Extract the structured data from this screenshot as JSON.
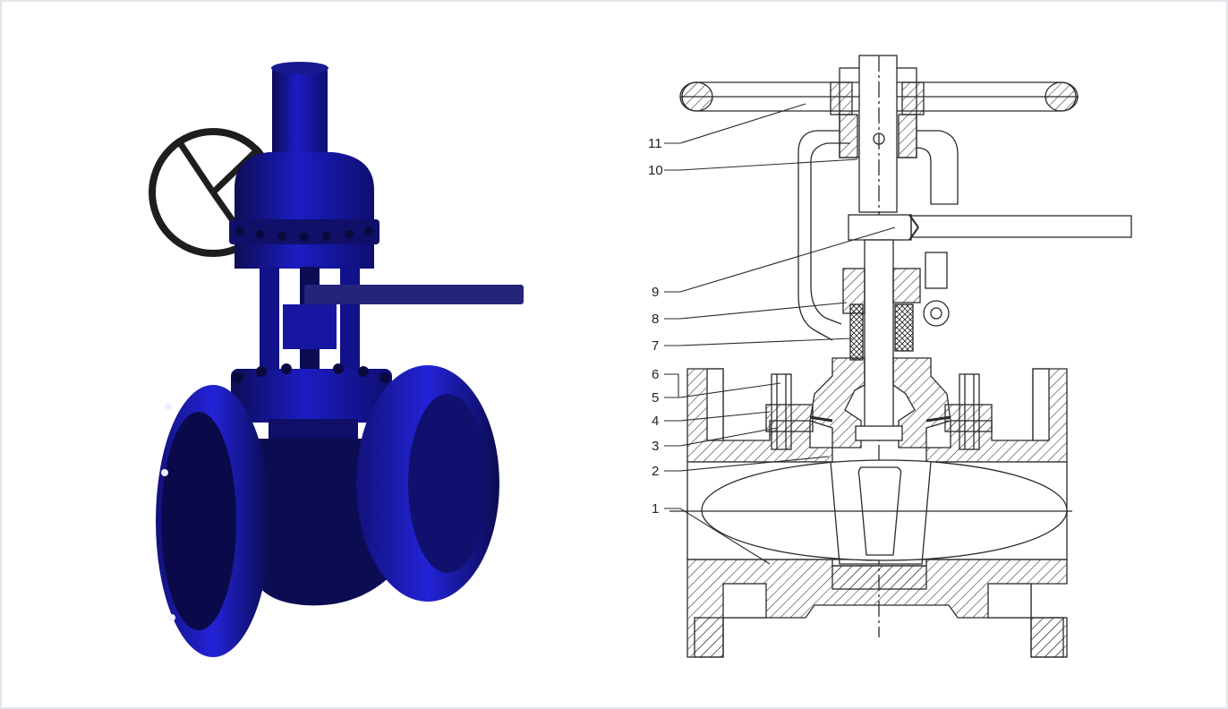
{
  "photo": {
    "body_color": "#1c1cc4",
    "dark_color": "#0d0d55",
    "handwheel_color": "#1e1e1e"
  },
  "drawing": {
    "line_color": "#2a2a2a",
    "part_labels": [
      "1",
      "2",
      "3",
      "4",
      "5",
      "6",
      "7",
      "8",
      "9",
      "10",
      "11"
    ]
  }
}
